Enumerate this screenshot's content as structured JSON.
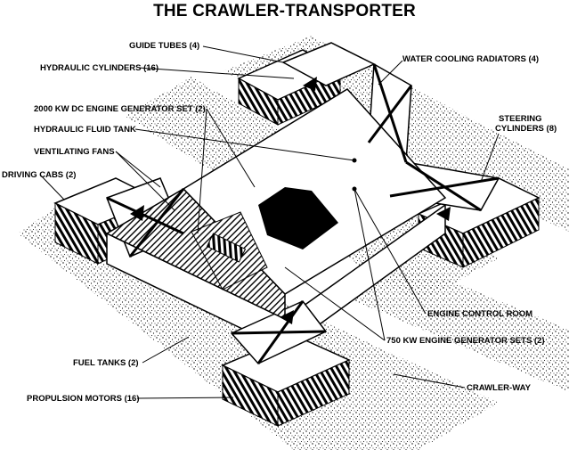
{
  "title": "THE CRAWLER-TRANSPORTER",
  "labels": {
    "guide_tubes": "GUIDE TUBES (4)",
    "hydraulic_cylinders": "HYDRAULIC CYLINDERS (16)",
    "water_cooling": "WATER COOLING RADIATORS (4)",
    "dc_generator": "2000 KW DC ENGINE GENERATOR SET (2)",
    "hydraulic_tank": "HYDRAULIC FLUID TANK",
    "steering_1": "STEERING",
    "steering_2": "CYLINDERS (8)",
    "ventilating_fans": "VENTILATING FANS",
    "driving_cabs": "DRIVING CABS (2)",
    "engine_control": "ENGINE CONTROL ROOM",
    "kw750": "750 KW ENGINE GENERATOR SETS (2)",
    "fuel_tanks": "FUEL TANKS (2)",
    "crawler_way": "CRAWLER-WAY",
    "propulsion": "PROPULSION MOTORS (16)"
  }
}
